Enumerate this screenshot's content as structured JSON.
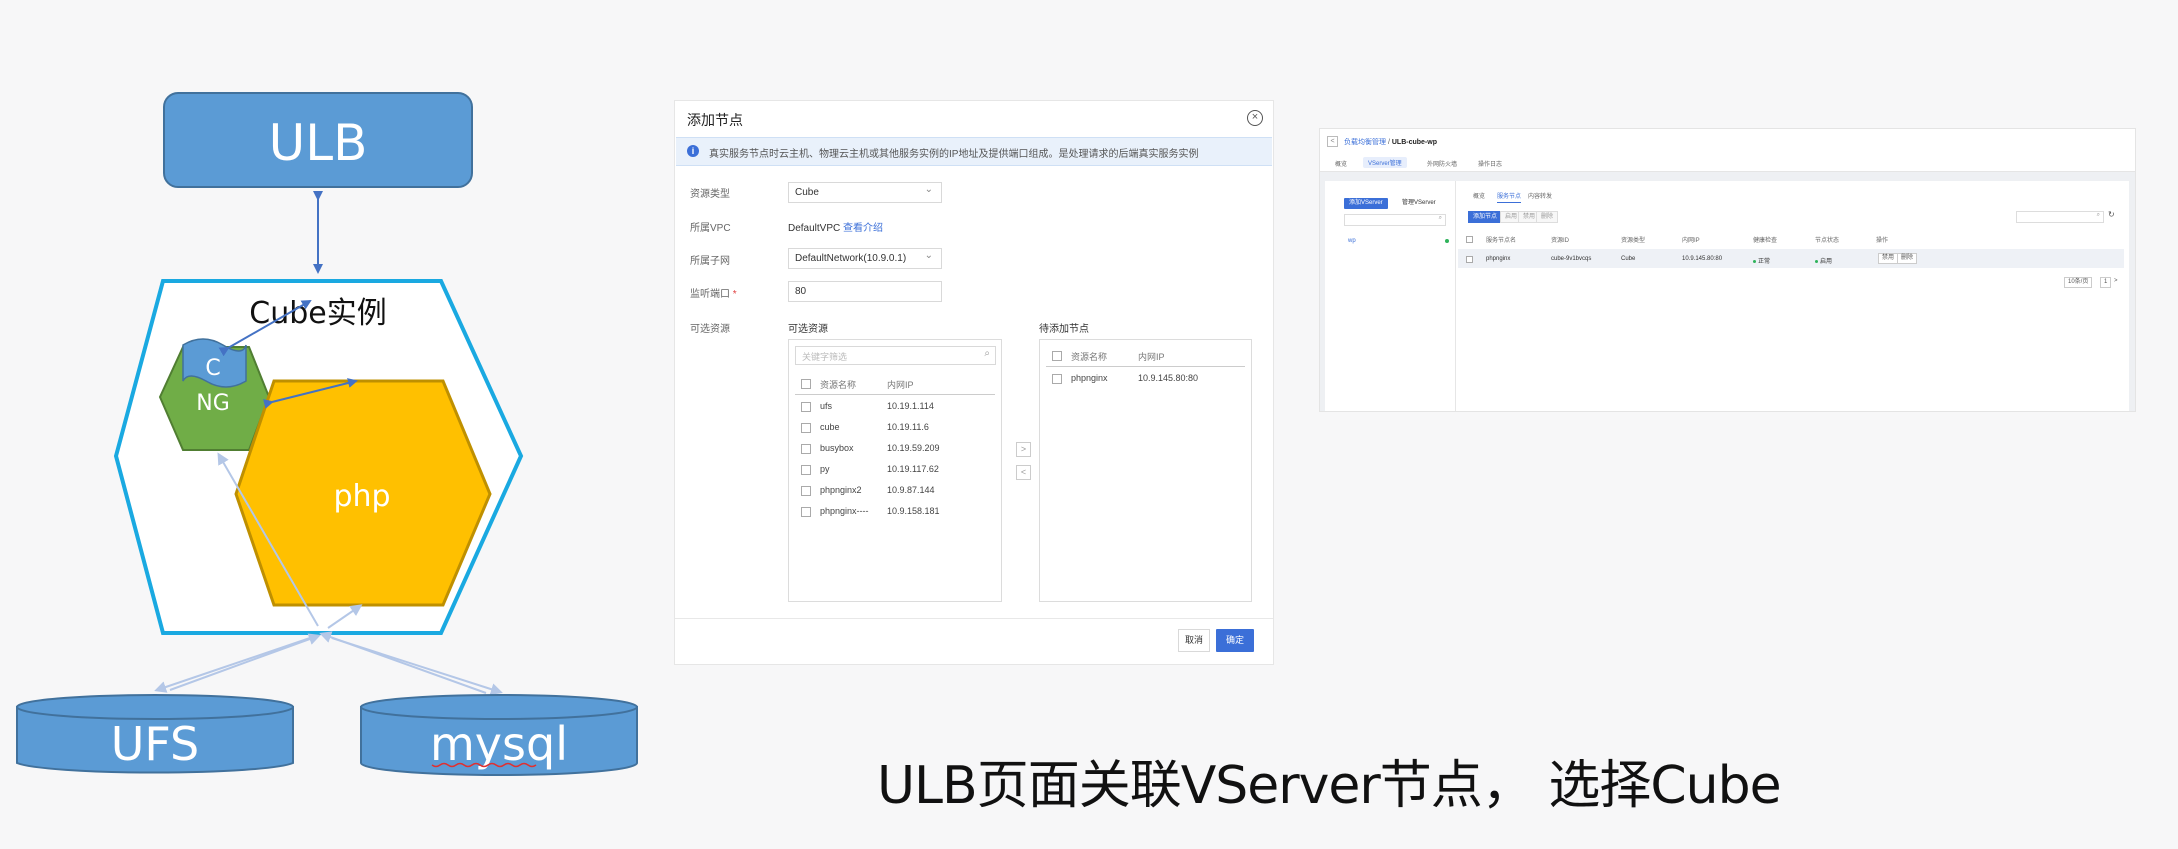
{
  "diagram": {
    "ulb_label": "ULB",
    "cube_instance_label": "Cube实例",
    "c_label": "C",
    "ng_label": "NG",
    "php_label": "php",
    "ufs_label": "UFS",
    "mysql_label": "mysql",
    "colors": {
      "box_blue": "#5b9bd5",
      "outline_blue": "#1aa9e1",
      "ng_green": "#70ad47",
      "php_yellow": "#ffc000",
      "arrow_blue": "#4472c4"
    }
  },
  "dialog": {
    "title": "添加节点",
    "close_icon": "close-icon",
    "info_text": "真实服务节点时云主机、物理云主机或其他服务实例的IP地址及提供端口组成。是处理请求的后端真实服务实例",
    "fields": {
      "resource_type_label": "资源类型",
      "resource_type_value": "Cube",
      "vpc_label": "所属VPC",
      "vpc_value": "DefaultVPC",
      "vpc_link": "查看介绍",
      "subnet_label": "所属子网",
      "subnet_value": "DefaultNetwork(10.9.0.1)",
      "port_label": "监听端口",
      "port_required": "*",
      "port_value": "80",
      "resources_label": "可选资源"
    },
    "available": {
      "title": "可选资源",
      "search_placeholder": "关键字筛选",
      "col_name": "资源名称",
      "col_ip": "内网IP",
      "rows": [
        {
          "name": "ufs",
          "ip": "10.19.1.114"
        },
        {
          "name": "cube",
          "ip": "10.19.11.6"
        },
        {
          "name": "busybox",
          "ip": "10.19.59.209"
        },
        {
          "name": "py",
          "ip": "10.19.117.62"
        },
        {
          "name": "phpnginx2",
          "ip": "10.9.87.144"
        },
        {
          "name": "phpnginx----",
          "ip": "10.9.158.181"
        }
      ]
    },
    "pending": {
      "title": "待添加节点",
      "col_name": "资源名称",
      "col_ip": "内网IP",
      "rows": [
        {
          "name": "phpnginx",
          "ip": "10.9.145.80:80"
        }
      ]
    },
    "move_right": ">",
    "move_left": "<",
    "cancel": "取消",
    "ok": "确定"
  },
  "console": {
    "back": "<",
    "breadcrumb_parent": "负载均衡管理",
    "breadcrumb_sep": "/",
    "breadcrumb_current": "ULB-cube-wp",
    "tabs": [
      "概览",
      "VServer管理",
      "外网防火墙",
      "操作日志"
    ],
    "add_vserver": "添加VServer",
    "manage_vserver": "管理VServer",
    "vserver_item": "wp",
    "subtabs": [
      "概览",
      "服务节点",
      "内容转发"
    ],
    "action_buttons": [
      "添加节点",
      "启用",
      "禁用",
      "删除"
    ],
    "columns": [
      "服务节点名",
      "资源ID",
      "资源类型",
      "内网IP",
      "健康检查",
      "节点状态",
      "操作"
    ],
    "row": {
      "name": "phpnginx",
      "resource_id": "cube-9v1bvcqs",
      "type": "Cube",
      "ip": "10.9.145.80:80",
      "health": "正常",
      "status": "启用",
      "op1": "禁用",
      "op2": "删除"
    },
    "page_size": "10条/页",
    "page_num": "1",
    "page_next": ">"
  },
  "caption": "ULB页面关联VServer节点， 选择Cube"
}
